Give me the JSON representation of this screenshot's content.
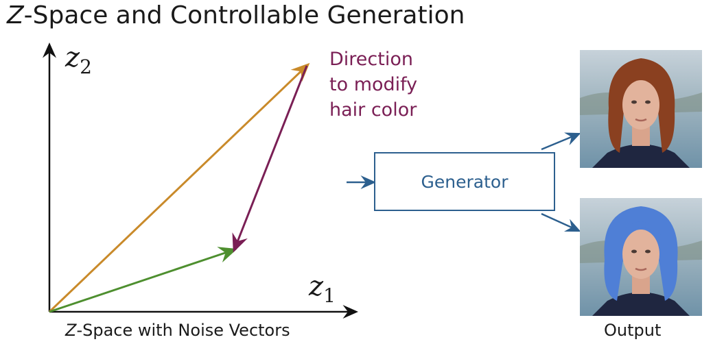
{
  "title": {
    "z": "Z",
    "rest": "-Space and Controllable Generation"
  },
  "axes": {
    "y_var": "z",
    "y_sub": "2",
    "x_var": "z",
    "x_sub": "1"
  },
  "caption": {
    "z": "Z",
    "rest": "-Space with Noise Vectors"
  },
  "direction_label": [
    "Direction",
    "to modify",
    "hair color"
  ],
  "generator_label": "Generator",
  "output_label": "Output",
  "colors": {
    "orange_vector": "#c98a2a",
    "green_vector": "#4e8f2f",
    "purple_vector": "#7a1f55",
    "generator_blue": "#2c5f8e"
  },
  "images": [
    {
      "name": "woman-red-hair",
      "hair_color": "#8a4020"
    },
    {
      "name": "woman-blue-hair",
      "hair_color": "#4f7fd6"
    }
  ]
}
